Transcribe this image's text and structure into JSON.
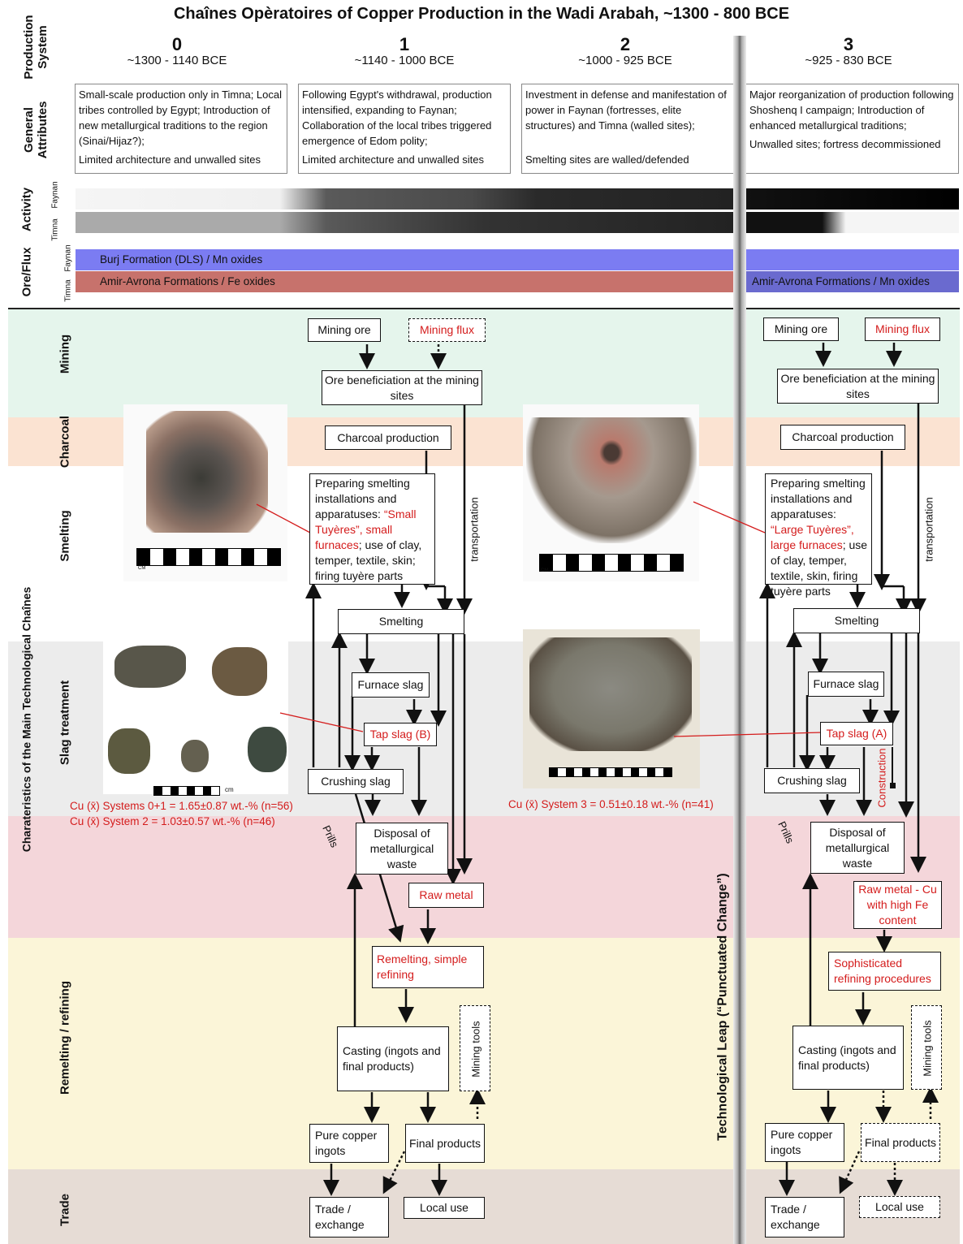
{
  "title": "Chaînes Opèratoires of Copper Production in the Wadi Arabah, ~1300 - 800 BCE",
  "row_labels": {
    "production_system": [
      "Production",
      "System"
    ],
    "general_attributes": [
      "General",
      "Attributes"
    ],
    "activity": "Activity",
    "ore_flux": "Ore/Flux",
    "faynan": "Faynan",
    "timna": "Timna",
    "main_chaines": "Charateristics of the Main Technological Chaînes",
    "mining": "Mining",
    "charcoal": "Charcoal",
    "smelting": "Smelting",
    "slag_treatment": "Slag treatment",
    "remelting": "Remelting / refining",
    "trade": "Trade"
  },
  "systems": [
    {
      "num": "0",
      "date": "~1300 - 1140 BCE",
      "attr": "Small-scale production only in Timna; Local tribes controlled by Egypt; Introduction of new metallurgical traditions to the region (Sinai/Hijaz?);",
      "attr2": "Limited architecture and unwalled sites"
    },
    {
      "num": "1",
      "date": "~1140 - 1000 BCE",
      "attr": "Following Egypt's withdrawal, production intensified, expanding to Faynan; Collaboration of the local tribes triggered emergence of Edom polity;",
      "attr2": "Limited architecture and unwalled sites"
    },
    {
      "num": "2",
      "date": "~1000 - 925 BCE",
      "attr": "Investment in defense and manifestation of power in Faynan (fortresses, elite structures) and Timna (walled sites);",
      "attr2": "Smelting sites are walled/defended"
    },
    {
      "num": "3",
      "date": "~925 - 830 BCE",
      "attr": "Major reorganization of production following Shoshenq I campaign; Introduction of enhanced metallurgical traditions;",
      "attr2": "Unwalled sites; fortress decommissioned"
    }
  ],
  "flux": {
    "faynan": "Burj Formation (DLS) / Mn oxides",
    "timna": "Amir-Avrona Formations / Fe oxides",
    "timna_3": "Amir-Avrona Formations / Mn oxides"
  },
  "left_chain": {
    "mining_ore": "Mining ore",
    "mining_flux": "Mining flux",
    "beneficiation": "Ore beneficiation at the mining sites",
    "charcoal": "Charcoal production",
    "preparing_a": "Preparing smelting installations and apparatuses:",
    "preparing_red": "“Small Tuyères”, small furnaces",
    "preparing_b": "; use of clay, temper, textile, skin; firing tuyère parts",
    "smelting": "Smelting",
    "furnace_slag": "Furnace slag",
    "tap_slag": "Tap slag (B)",
    "crushing": "Crushing slag",
    "disposal": "Disposal of metallurgical waste",
    "raw_metal": "Raw metal",
    "remelting": "Remelting, simple refining",
    "casting": "Casting (ingots and final products)",
    "mining_tools": "Mining tools",
    "pure_ingots": "Pure copper ingots",
    "final_products": "Final products",
    "trade": "Trade / exchange",
    "local_use": "Local use",
    "transportation": "transportation",
    "prills": "Prills"
  },
  "right_chain": {
    "mining_ore": "Mining ore",
    "mining_flux": "Mining flux",
    "beneficiation": "Ore beneficiation at the mining sites",
    "charcoal": "Charcoal production",
    "preparing_a": "Preparing smelting installations and apparatuses:",
    "preparing_red": "“Large Tuyères”, large furnaces",
    "preparing_b": "; use of clay, temper, textile, skin, firing tuyère parts",
    "smelting": "Smelting",
    "furnace_slag": "Furnace slag",
    "tap_slag": "Tap slag (A)",
    "crushing": "Crushing slag",
    "construction": "Construction",
    "disposal": "Disposal of metallurgical waste",
    "raw_metal": "Raw metal - Cu with high Fe content",
    "refining": "Sophisticated refining procedures",
    "casting": "Casting (ingots and final products)",
    "mining_tools": "Mining tools",
    "pure_ingots": "Pure copper ingots",
    "final_products": "Final products",
    "trade": "Trade / exchange",
    "local_use": "Local use",
    "transportation": "transportation",
    "prills": "Prills"
  },
  "cu_values": {
    "sys01": "Cu (x̄) Systems 0+1 = 1.65±0.87 wt.-% (n=56)",
    "sys2": "Cu (x̄) System 2 = 1.03±0.57 wt.-% (n=46)",
    "sys3": "Cu (x̄) System 3 = 0.51±0.18 wt.-% (n=41)"
  },
  "photo_labels": {
    "cm": "CM",
    "cm2": "cm"
  },
  "leap_label": "Technological Leap (“Punctuated Change”)",
  "colors": {
    "mining_band": "#e5f5ec",
    "charcoal_band": "#fbe3d2",
    "slag_band": "#ececec",
    "disposal_band": "#f4d6da",
    "remelt_band": "#fbf5d8",
    "trade_band": "#e6dcd5",
    "faynan_flux": "#7b7cf2",
    "timna_flux": "#c7726c",
    "timna_flux_3": "#6a6acf",
    "red_text": "#d41c1c"
  }
}
